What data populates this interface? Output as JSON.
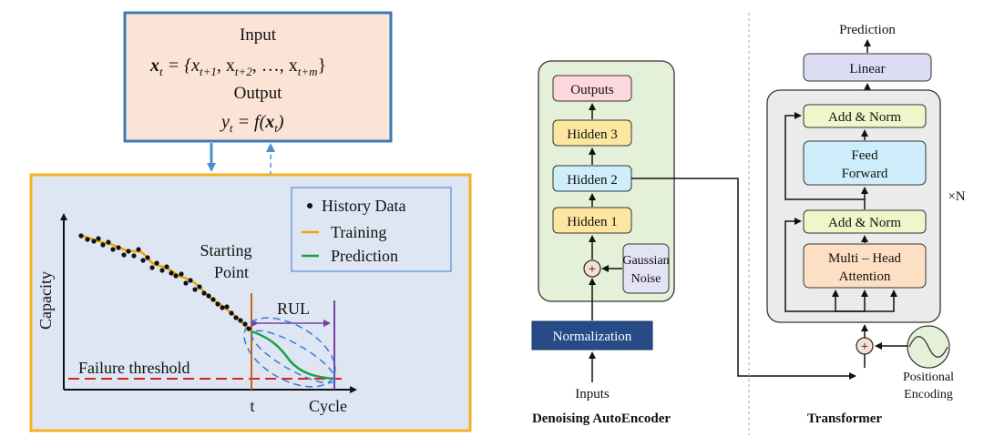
{
  "left": {
    "io_box": {
      "input_label": "Input",
      "input_formula_lhs": "x",
      "input_formula_sub": "t",
      "input_formula_rhs": " = {x",
      "formula_full": "= {x_{t+1}, x_{t+2}, …, x_{t+m}}",
      "sub1": "t+1",
      "sub2": "t+2",
      "ellipsis": ", …, x",
      "sub3": "t+m",
      "close": "}",
      "output_label": "Output",
      "output_formula": "y",
      "output_sub": "t",
      "output_rhs": " = f(",
      "output_x": "x",
      "output_x_sub": "t",
      "output_close": ")"
    },
    "plot": {
      "ylabel": "Capacity",
      "xlabel": "Cycle",
      "t_label": "t",
      "starting_point_line1": "Starting",
      "starting_point_line2": "Point",
      "rul_label": "RUL",
      "failure_label": "Failure threshold",
      "legend": {
        "history": "History Data",
        "training": "Training",
        "prediction": "Prediction"
      },
      "colors": {
        "training": "#f0a500",
        "prediction": "#1aa04a",
        "threshold": "#e02020",
        "rul": "#7b3fa0",
        "dashed": "#3a7bd5",
        "panel_bg": "#dde6f2",
        "panel_border": "#f5b120"
      }
    }
  },
  "dae": {
    "outputs": "Outputs",
    "hidden3": "Hidden 3",
    "hidden2": "Hidden 2",
    "hidden1": "Hidden 1",
    "noise_line1": "Gaussian",
    "noise_line2": "Noise",
    "plus": "+",
    "normalization": "Normalization",
    "inputs": "Inputs",
    "caption": "Denoising AutoEncoder"
  },
  "transformer": {
    "prediction": "Prediction",
    "linear": "Linear",
    "addnorm_top": "Add & Norm",
    "ff_line1": "Feed",
    "ff_line2": "Forward",
    "addnorm_bottom": "Add & Norm",
    "mha_line1": "Multi – Head",
    "mha_line2": "Attention",
    "repeat": "×N",
    "plus": "+",
    "pos_line1": "Positional",
    "pos_line2": "Encoding",
    "caption": "Transformer"
  }
}
